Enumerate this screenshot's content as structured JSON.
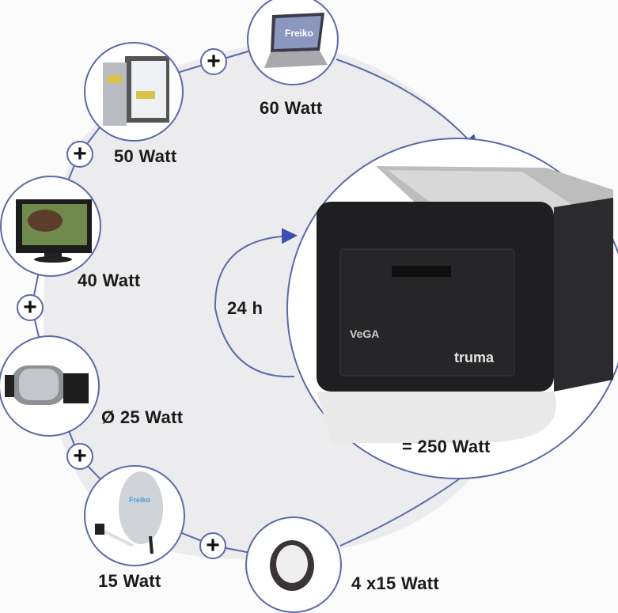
{
  "diagram": {
    "title_hidden": null,
    "colors": {
      "line": "#5a6aa8",
      "arrow": "#3a4fb0",
      "fill": "#ececee",
      "text": "#1a1a1a"
    },
    "devices": [
      {
        "name": "laptop",
        "icon": "laptop-icon",
        "label": "60 Watt",
        "brand": "Freiko"
      },
      {
        "name": "fridge",
        "icon": "fridge-icon",
        "label": "50 Watt"
      },
      {
        "name": "tv",
        "icon": "tv-icon",
        "label": "40 Watt"
      },
      {
        "name": "water-heater",
        "icon": "boiler-icon",
        "label": "Ø 25 Watt"
      },
      {
        "name": "satellite-dish",
        "icon": "satellite-dish-icon",
        "label": "15 Watt",
        "brand": "Freiko"
      },
      {
        "name": "lamp",
        "icon": "spotlight-icon",
        "label": "4 x15 Watt"
      }
    ],
    "plus_symbol": "+",
    "cycle_label": "24 h",
    "total_label": "= 250 Watt",
    "generator": {
      "model": "VeGA",
      "brand": "truma"
    }
  }
}
